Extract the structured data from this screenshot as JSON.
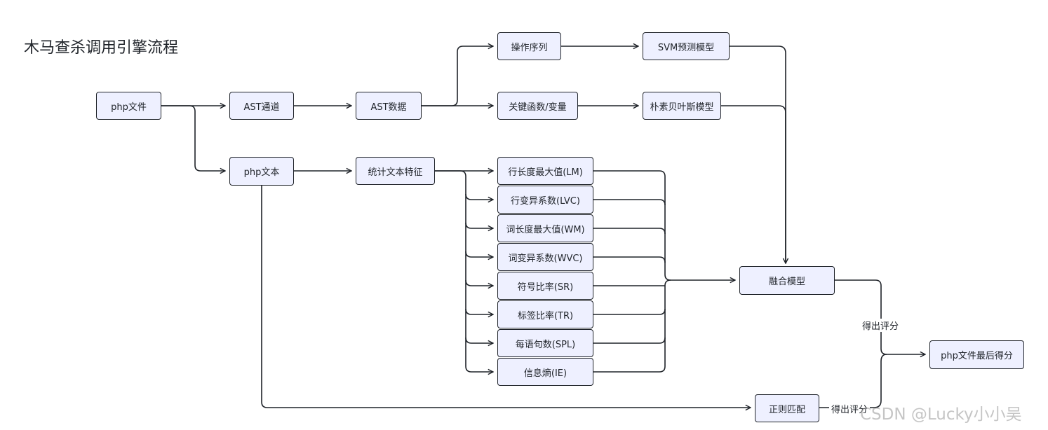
{
  "title": "木马查杀调用引擎流程",
  "colors": {
    "node_fill": "#eef0ff",
    "stroke": "#1f2329",
    "background": "#ffffff"
  },
  "nodes": {
    "php_file": "php文件",
    "ast_channel": "AST通道",
    "ast_data": "AST数据",
    "op_sequence": "操作序列",
    "svm_model": "SVM预测模型",
    "key_func_var": "关键函数/变量",
    "naive_bayes": "朴素贝叶斯模型",
    "php_text": "php文本",
    "text_features": "统计文本特征",
    "features": [
      "行长度最大值(LM)",
      "行变异系数(LVC)",
      "词长度最大值(WM)",
      "词变异系数(WVC)",
      "符号比率(SR)",
      "标签比率(TR)",
      "每语句数(SPL)",
      "信息熵(IE)"
    ],
    "fusion_model": "融合模型",
    "regex_match": "正则匹配",
    "final_score": "php文件最后得分"
  },
  "edge_labels": {
    "fusion_to_final": "得出评分",
    "regex_to_final": "得出评分"
  },
  "watermark": "CSDN @Lucky小小吴"
}
